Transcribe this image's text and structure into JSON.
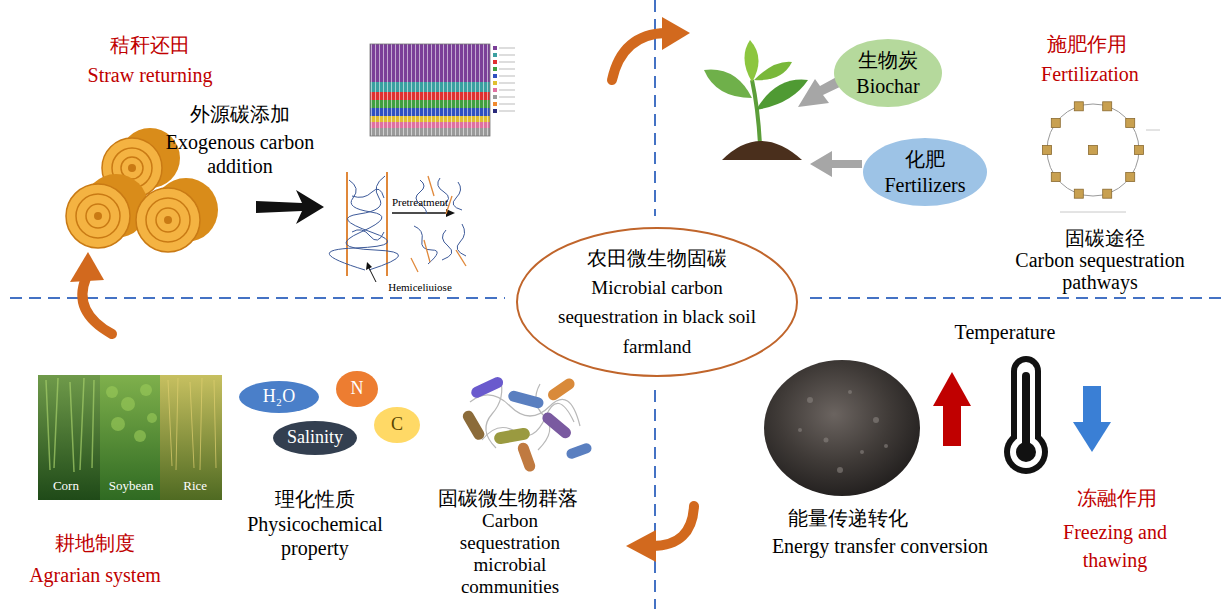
{
  "diagram": {
    "nodes": [
      {
        "text": [
          "农田微生物固碳",
          "Microbial carbon sequestration in black soil farmland"
        ]
      },
      {
        "text": [
          "生物炭",
          "Biochar"
        ]
      },
      {
        "text": [
          "化肥",
          "Fertilizers"
        ]
      },
      {
        "text": [
          "Corn",
          "Soybean",
          "Rice"
        ]
      },
      {
        "text": [
          "H₂O"
        ]
      },
      {
        "text": [
          "N"
        ]
      },
      {
        "text": [
          "C"
        ]
      },
      {
        "text": [
          "Salinity"
        ]
      }
    ],
    "labels": [
      "秸秆还田",
      "Straw returning",
      "外源碳添加",
      "Exogenous carbon addition",
      "Pretreatment",
      "Hemiceliuiose",
      "施肥作用",
      "Fertilization",
      "固碳途径",
      "Carbon sequestration pathways",
      "耕地制度",
      "Agrarian system",
      "理化性质",
      "Physicochemical property",
      "固碳微生物群落",
      "Carbon sequestration microbial communities",
      "能量传递转化",
      "Energy transfer conversion",
      "Temperature",
      "冻融作用",
      "Freezing and thawing"
    ]
  }
}
